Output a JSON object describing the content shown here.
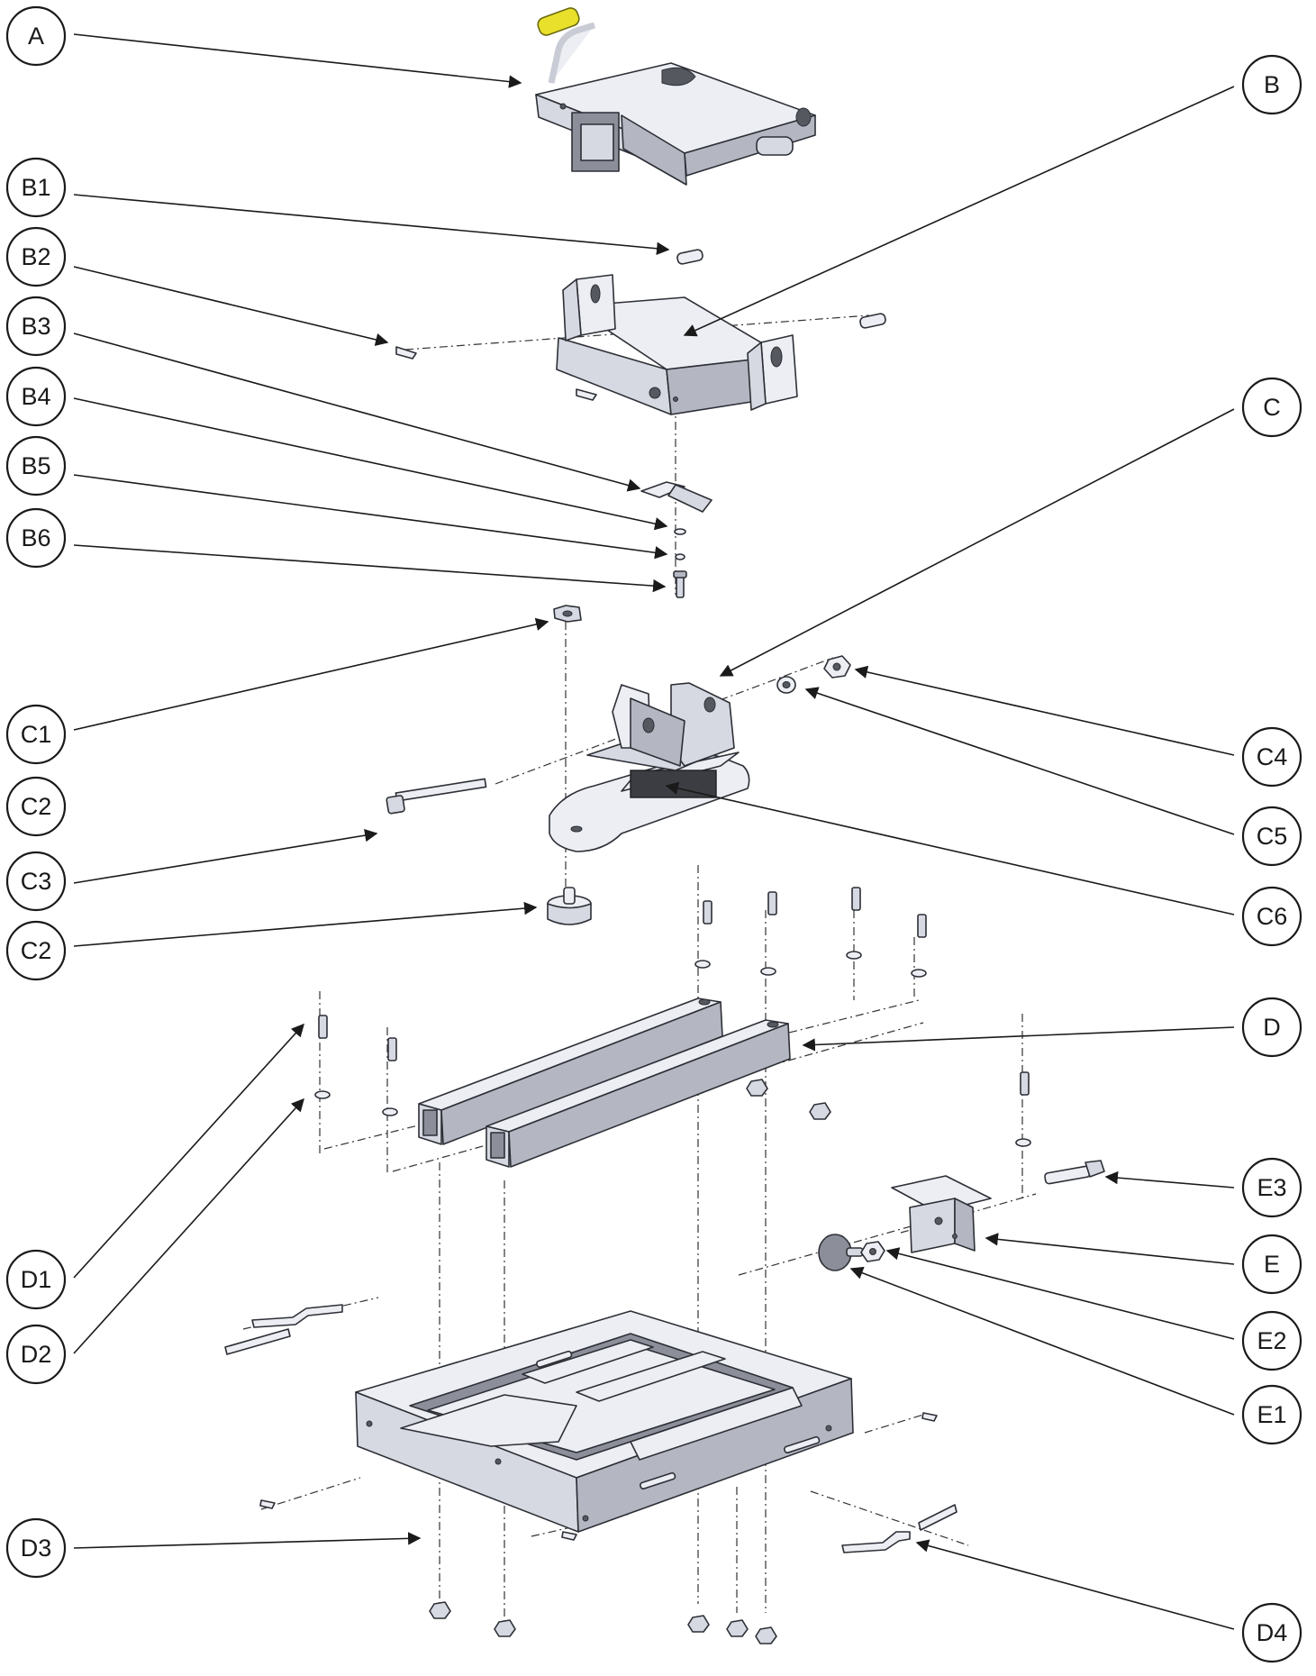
{
  "callouts": {
    "A": "A",
    "B": "B",
    "B1": "B1",
    "B2": "B2",
    "B3": "B3",
    "B4": "B4",
    "B5": "B5",
    "B6": "B6",
    "C": "C",
    "C1": "C1",
    "C2_top": "C2",
    "C3": "C3",
    "C2_bottom": "C2",
    "C4": "C4",
    "C5": "C5",
    "C6": "C6",
    "D": "D",
    "D1": "D1",
    "D2": "D2",
    "D3": "D3",
    "D4": "D4",
    "E": "E",
    "E1": "E1",
    "E2": "E2",
    "E3": "E3"
  },
  "colors": {
    "steel": "#d7d9e2",
    "steel_shadow": "#8c8f99",
    "handle_grip": "#e8e02a",
    "rubber_pad": "#3c3d42",
    "line": "#1a1a1a"
  }
}
